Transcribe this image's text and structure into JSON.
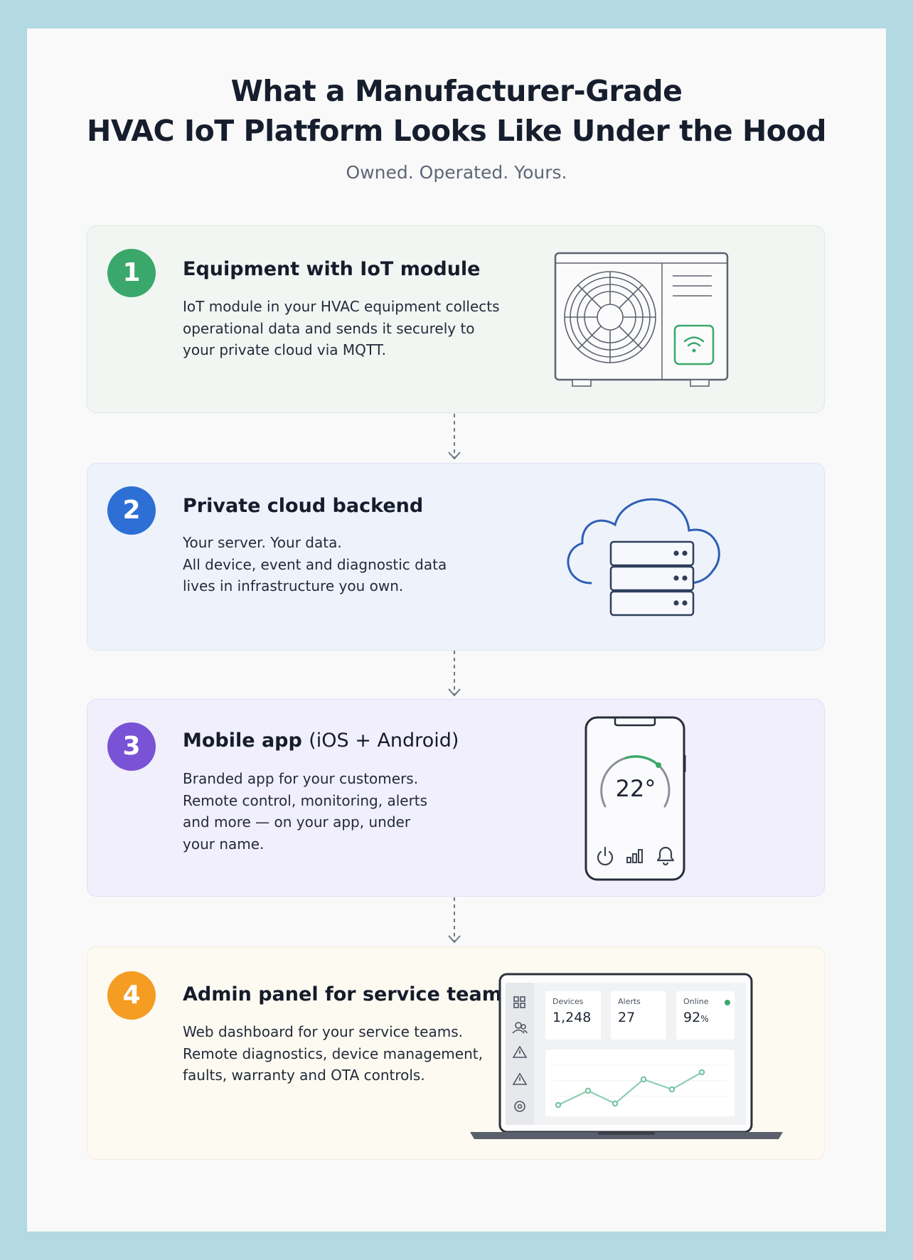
{
  "title_line1": "What a Manufacturer-Grade",
  "title_line2": "HVAC IoT Platform Looks Like Under the Hood",
  "subtitle": "Owned. Operated. Yours.",
  "colors": {
    "frame": "#b3d9e3",
    "step1": "#3aa86b",
    "step2": "#2e6fd6",
    "step3": "#7a52d6",
    "step4": "#f59c22"
  },
  "steps": [
    {
      "number": "1",
      "heading": "Equipment with IoT module",
      "body": [
        "IoT module in your HVAC equipment collects",
        "operational data and sends it securely to",
        "your private cloud via MQTT."
      ],
      "illustration": "hvac-outdoor-unit-with-wifi-module"
    },
    {
      "number": "2",
      "heading": "Private cloud backend",
      "body": [
        "Your server. Your data.",
        "All device, event and diagnostic data",
        "lives in infrastructure you own."
      ],
      "illustration": "cloud-with-server-stack"
    },
    {
      "number": "3",
      "heading": "Mobile app",
      "heading_suffix": "(iOS + Android)",
      "body": [
        "Branded app for your customers.",
        "Remote control, monitoring, alerts",
        "and more — on your app, under",
        "your name."
      ],
      "illustration": "smartphone-thermostat",
      "phone": {
        "temperature": "22°",
        "icons": [
          "power-icon",
          "signal-bars-icon",
          "bell-icon"
        ]
      }
    },
    {
      "number": "4",
      "heading": "Admin panel for service teams",
      "body": [
        "Web dashboard for your service teams.",
        "Remote diagnostics, device management,",
        "faults, warranty and OTA controls."
      ],
      "illustration": "laptop-dashboard",
      "dashboard": {
        "sidebar_icons": [
          "grid-icon",
          "users-icon",
          "warning-icon",
          "warning-icon",
          "gear-icon"
        ],
        "stats": [
          {
            "label": "Devices",
            "value": "1,248",
            "unit": ""
          },
          {
            "label": "Alerts",
            "value": "27",
            "unit": ""
          },
          {
            "label": "Online",
            "value": "92",
            "unit": "%"
          }
        ]
      }
    }
  ]
}
